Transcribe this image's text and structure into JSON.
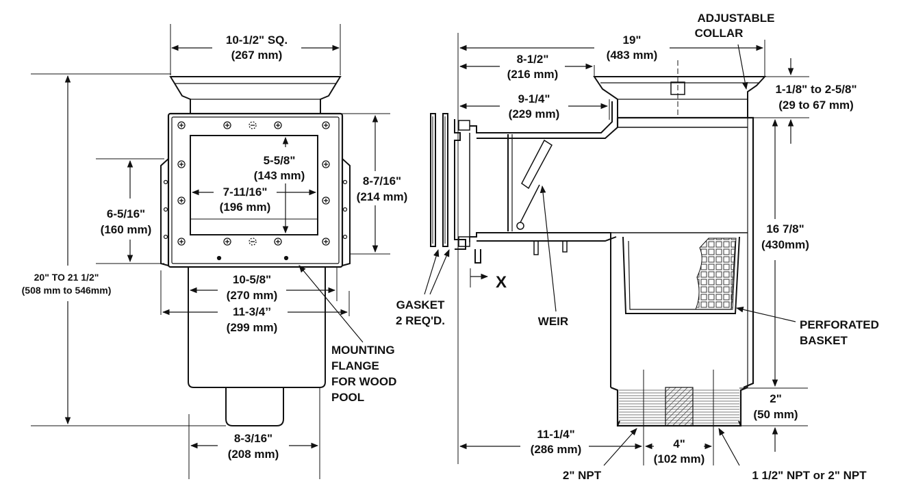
{
  "diagram": {
    "left_view": {
      "top_width": [
        "10-1/2\" SQ.",
        "(267 mm)"
      ],
      "opening_height": [
        "5-5/8\"",
        "(143 mm)"
      ],
      "opening_width": [
        "7-11/16\"",
        "(196 mm)"
      ],
      "flange_height": [
        "8-7/16\"",
        "(214 mm)"
      ],
      "body_height": [
        "6-5/16\"",
        "(160 mm)"
      ],
      "overall_height": [
        "20\" TO 21 1/2\"",
        "(508 mm to 546mm)"
      ],
      "width_a": [
        "10-5/8\"",
        "(270 mm)"
      ],
      "width_b": [
        "11-3/4’’",
        "(299 mm)"
      ],
      "bottom_width": [
        "8-3/16\"",
        "(208 mm)"
      ],
      "callout": [
        "MOUNTING",
        "FLANGE",
        "FOR WOOD",
        "POOL"
      ]
    },
    "right_view": {
      "overall_length": [
        "19\"",
        "(483 mm)"
      ],
      "collar_label": [
        "ADJUSTABLE",
        "COLLAR"
      ],
      "dim_a": [
        "8-1/2\"",
        "(216 mm)"
      ],
      "dim_b": [
        "9-1/4\"",
        "(229 mm)"
      ],
      "collar_range": [
        "1-1/8\" to 2-5/8\"",
        "(29 to 67 mm)"
      ],
      "height": [
        "16 7/8\"",
        "(430mm)"
      ],
      "gasket": [
        "GASKET",
        "2 REQ'D."
      ],
      "x_label": "X",
      "weir": "WEIR",
      "basket": [
        "PERFORATED",
        "BASKET"
      ],
      "bottom_gap": [
        "2\"",
        "(50 mm)"
      ],
      "length": [
        "11-1/4\"",
        "(286 mm)"
      ],
      "port_spacing": [
        "4\"",
        "(102 mm)"
      ],
      "port_left": "2\" NPT",
      "port_right": "1 1/2\" NPT or 2\" NPT"
    }
  }
}
